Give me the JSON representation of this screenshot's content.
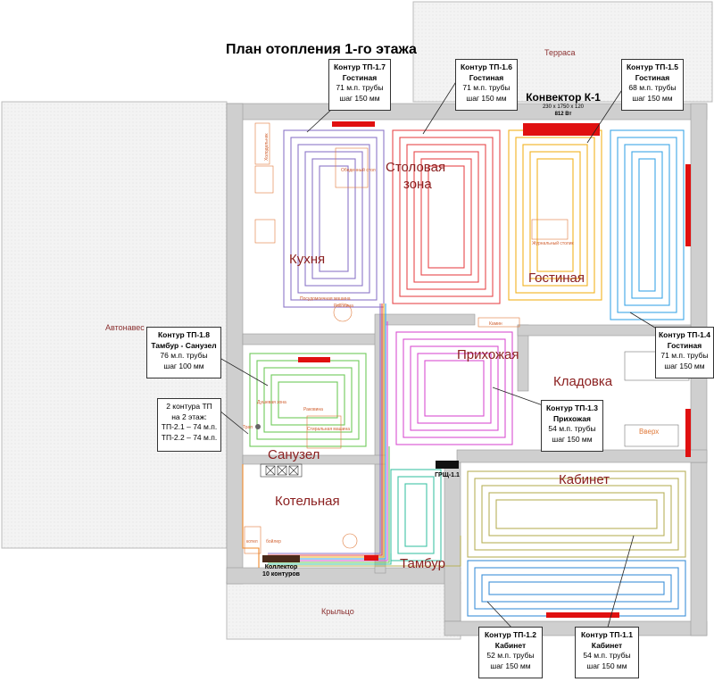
{
  "title": "План отопления 1-го этажа",
  "outside": {
    "terrace": "Терраса",
    "carport": "Автонавес",
    "porch": "Крыльцо"
  },
  "rooms": {
    "kitchen": "Кухня",
    "dining_line1": "Столовая",
    "dining_line2": "зона",
    "living": "Гостиная",
    "hall": "Прихожая",
    "storage": "Кладовка",
    "bathroom": "Санузел",
    "boiler": "Котельная",
    "vestibule": "Тамбур",
    "office": "Кабинет"
  },
  "furniture": {
    "fridge": "Холодильник",
    "dining_table": "Обеденный стол",
    "coffee_table": "Журнальный столик",
    "dishwasher": "Посудомоечная машина",
    "sink": "Раковина",
    "fireplace": "Камин",
    "shower": "Душевая зона",
    "bath_sink": "Раковина",
    "washer": "Стиральная машина",
    "up": "Вверх",
    "boiler_unit": "котел",
    "tank": "бойлер",
    "trap": "Трап"
  },
  "convector": {
    "title": "Конвектор К-1",
    "size": "230 x 1750 x 120",
    "power": "812 Вт"
  },
  "panel_label": "ГРЩ-1.1",
  "collector": {
    "line1": "Коллектор",
    "line2": "10 контуров"
  },
  "circuits": [
    {
      "id": "c17",
      "name": "Контур ТП-1.7",
      "room": "Гостиная",
      "pipe": "71 м.п. трубы",
      "step": "шаг 150 мм",
      "color": "#8d76c8"
    },
    {
      "id": "c16",
      "name": "Контур ТП-1.6",
      "room": "Гостиная",
      "pipe": "71 м.п. трубы",
      "step": "шаг 150 мм",
      "color": "#e8484a"
    },
    {
      "id": "c15",
      "name": "Контур ТП-1.5",
      "room": "Гостиная",
      "pipe": "68 м.п. трубы",
      "step": "шаг 150 мм",
      "color": "#f2b21f"
    },
    {
      "id": "c14",
      "name": "Контур ТП-1.4",
      "room": "Гостиная",
      "pipe": "71 м.п. трубы",
      "step": "шаг 150 мм",
      "color": "#3da7e6"
    },
    {
      "id": "c18",
      "name": "Контур ТП-1.8",
      "room": "Тамбур - Санузел",
      "pipe": "76 м.п. трубы",
      "step": "шаг 100 мм",
      "color": "#6ec95a"
    },
    {
      "id": "c13",
      "name": "Контур ТП-1.3",
      "room": "Прихожая",
      "pipe": "54 м.п. трубы",
      "step": "шаг 150 мм",
      "color": "#d94fd1"
    },
    {
      "id": "c12",
      "name": "Контур ТП-1.2",
      "room": "Кабинет",
      "pipe": "52 м.п. трубы",
      "step": "шаг 150 мм",
      "color": "#3d8fd8"
    },
    {
      "id": "c11",
      "name": "Контур ТП-1.1",
      "room": "Кабинет",
      "pipe": "54 м.п. трубы",
      "step": "шаг 150 мм",
      "color": "#b9b05a"
    }
  ],
  "second_floor": {
    "line1": "2 контура ТП",
    "line2": "на 2 этаж:",
    "line3": "ТП-2.1 – 74 м.п.",
    "line4": "ТП-2.2 – 74 м.п."
  },
  "colors": {
    "wall": "#cfcfcf",
    "radiator": "#e01010",
    "furniture": "#e07a3a",
    "room_text": "#8b2020",
    "outside_fill": "#efefef"
  }
}
